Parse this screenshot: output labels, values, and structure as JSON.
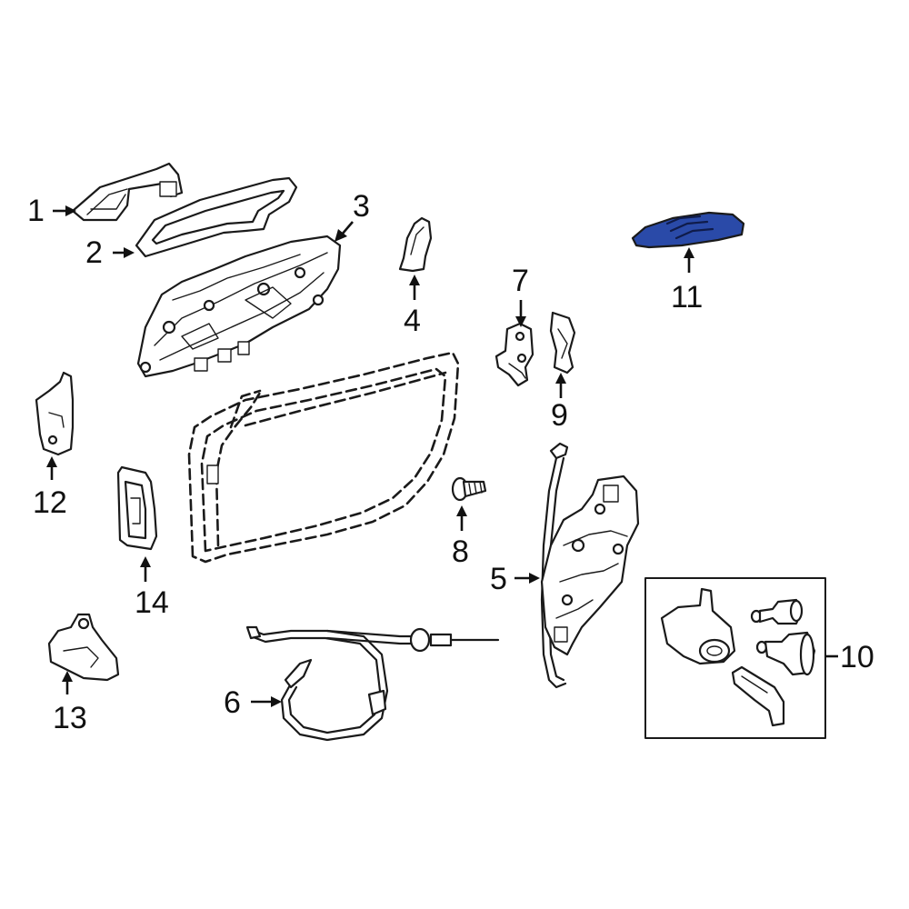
{
  "highlight_color": "#2a4aa8",
  "callouts": [
    {
      "id": "1",
      "label": "1",
      "part": "door-pull-handle"
    },
    {
      "id": "2",
      "label": "2",
      "part": "handle-bezel"
    },
    {
      "id": "3",
      "label": "3",
      "part": "handle-carrier"
    },
    {
      "id": "4",
      "label": "4",
      "part": "handle-cover"
    },
    {
      "id": "5",
      "label": "5",
      "part": "latch-actuator"
    },
    {
      "id": "6",
      "label": "6",
      "part": "release-cable"
    },
    {
      "id": "7",
      "label": "7",
      "part": "striker"
    },
    {
      "id": "8",
      "label": "8",
      "part": "bolt"
    },
    {
      "id": "9",
      "label": "9",
      "part": "striker-shim"
    },
    {
      "id": "10",
      "label": "10",
      "part": "lock-cylinder-kit"
    },
    {
      "id": "11",
      "label": "11",
      "part": "key-fob"
    },
    {
      "id": "12",
      "label": "12",
      "part": "latch-bracket"
    },
    {
      "id": "13",
      "label": "13",
      "part": "check-strap-bracket"
    },
    {
      "id": "14",
      "label": "14",
      "part": "handle-seal"
    }
  ]
}
